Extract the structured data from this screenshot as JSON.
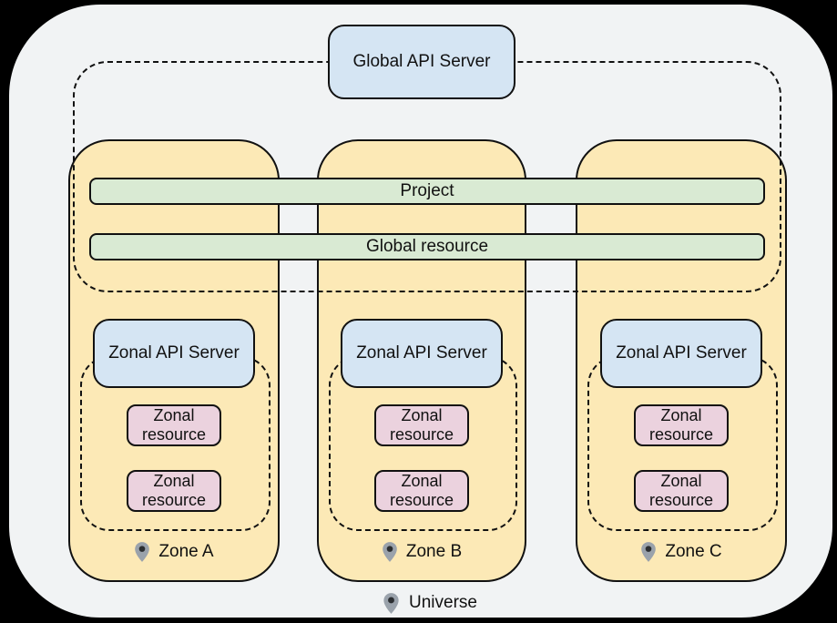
{
  "colors": {
    "page_background": "#000000",
    "canvas_background": "#f1f3f4",
    "zone_fill": "#fce9b6",
    "api_server_fill": "#d5e5f3",
    "global_bar_fill": "#d9ead3",
    "zonal_resource_fill": "#ebd2de",
    "outline": "#111111",
    "pin_gray": "#9aa2ab",
    "pin_dot": "#2b2e31"
  },
  "global": {
    "api_server_label": "Global API Server",
    "project_label": "Project",
    "global_resource_label": "Global resource"
  },
  "zones": [
    {
      "name": "Zone A",
      "api_server_label": "Zonal API Server",
      "resources": [
        "Zonal resource",
        "Zonal resource"
      ]
    },
    {
      "name": "Zone B",
      "api_server_label": "Zonal API Server",
      "resources": [
        "Zonal resource",
        "Zonal resource"
      ]
    },
    {
      "name": "Zone C",
      "api_server_label": "Zonal API Server",
      "resources": [
        "Zonal resource",
        "Zonal resource"
      ]
    }
  ],
  "universe_label": "Universe"
}
